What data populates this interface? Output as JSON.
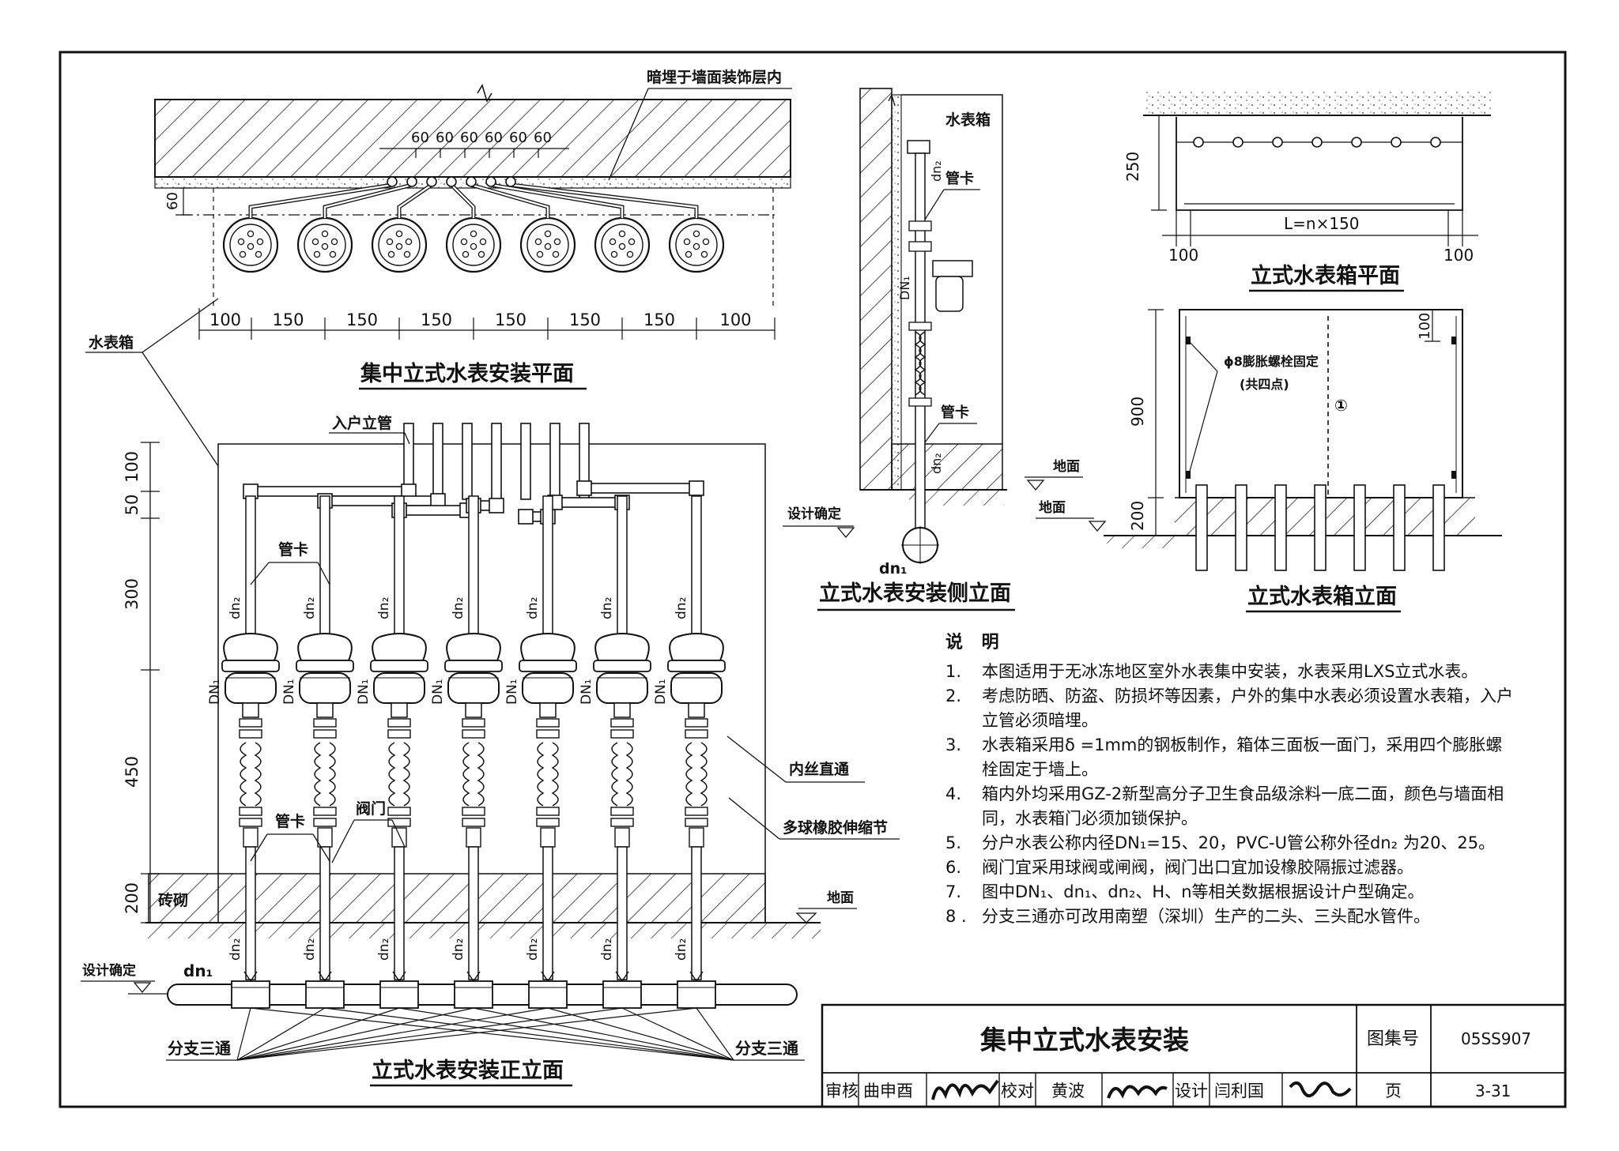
{
  "plan": {
    "title": "集中立式水表安装平面",
    "embed_label": "暗埋于墙面装饰层内",
    "spacing_labels": [
      "60",
      "60",
      "60",
      "60",
      "60",
      "60"
    ],
    "depth_label": "60",
    "box_label": "水表箱",
    "dims": [
      "100",
      "150",
      "150",
      "150",
      "150",
      "150",
      "150",
      "100"
    ]
  },
  "front": {
    "title": "立式水表安装正立面",
    "riser_label": "入户立管",
    "clamp_label_top": "管卡",
    "clamp_label_bottom": "管卡",
    "valve_label": "阀门",
    "union_label": "内丝直通",
    "bellows_label": "多球橡胶伸缩节",
    "brick_label": "砖砌",
    "ground_label": "地面",
    "design_label": "设计确定",
    "main_pipe_label": "dn₁",
    "tee_left": "分支三通",
    "tee_right": "分支三通",
    "pipe_upper": "dn₂",
    "meter_label": "DN₁",
    "pipe_lower": "dn₂",
    "vdims": [
      "100",
      "50",
      "300",
      "450",
      "200"
    ]
  },
  "side": {
    "title": "立式水表安装侧立面",
    "box_label": "水表箱",
    "clamp1": "管卡",
    "clamp2": "管卡",
    "pipe_dn2_a": "dn₂",
    "pipe_DN1": "DN₁",
    "pipe_dn2_b": "dn₂",
    "ground_label": "地面",
    "design_label": "设计确定",
    "main_label": "dn₁"
  },
  "box_plan": {
    "title": "立式水表箱平面",
    "depth": "250",
    "length": "L=n×150",
    "left": "100",
    "right": "100"
  },
  "box_elev": {
    "title": "立式水表箱立面",
    "bolt_label": "ϕ8膨胀螺栓固定",
    "bolt_sub": "(共四点)",
    "door_mark": "①",
    "top_dim": "100",
    "height": "900",
    "base": "200",
    "ground": "地面"
  },
  "notes": {
    "heading": "说 明",
    "items": [
      {
        "no": "1.",
        "text": "本图适用于无冰冻地区室外水表集中安装，水表采用LXS立式水表。"
      },
      {
        "no": "2.",
        "text": "考虑防晒、防盗、防损坏等因素，户外的集中水表必须设置水表箱，入户立管必须暗埋。"
      },
      {
        "no": "3.",
        "text": "水表箱采用δ =1mm的钢板制作，箱体三面板一面门，采用四个膨胀螺栓固定于墙上。"
      },
      {
        "no": "4.",
        "text": "箱内外均采用GZ-2新型高分子卫生食品级涂料一底二面，颜色与墙面相同，水表箱门必须加锁保护。"
      },
      {
        "no": "5.",
        "text": "分户水表公称内径DN₁=15、20，PVC-U管公称外径dn₂ 为20、25。"
      },
      {
        "no": "6.",
        "text": "阀门宜采用球阀或闸阀，阀门出口宜加设橡胶隔振过滤器。"
      },
      {
        "no": "7.",
        "text": "图中DN₁、dn₁、dn₂、H、n等相关数据根据设计户型确定。"
      },
      {
        "no": "8 .",
        "text": "分支三通亦可改用南塑（深圳）生产的二头、三头配水管件。"
      }
    ]
  },
  "title_block": {
    "title": "集中立式水表安装",
    "atlas_label": "图集号",
    "atlas_no": "05SS907",
    "review_label": "审核",
    "reviewer": "曲申酉",
    "check_label": "校对",
    "checker": "黄波",
    "design_label": "设计",
    "designer": "闫利国",
    "page_label": "页",
    "page_no": "3-31"
  }
}
